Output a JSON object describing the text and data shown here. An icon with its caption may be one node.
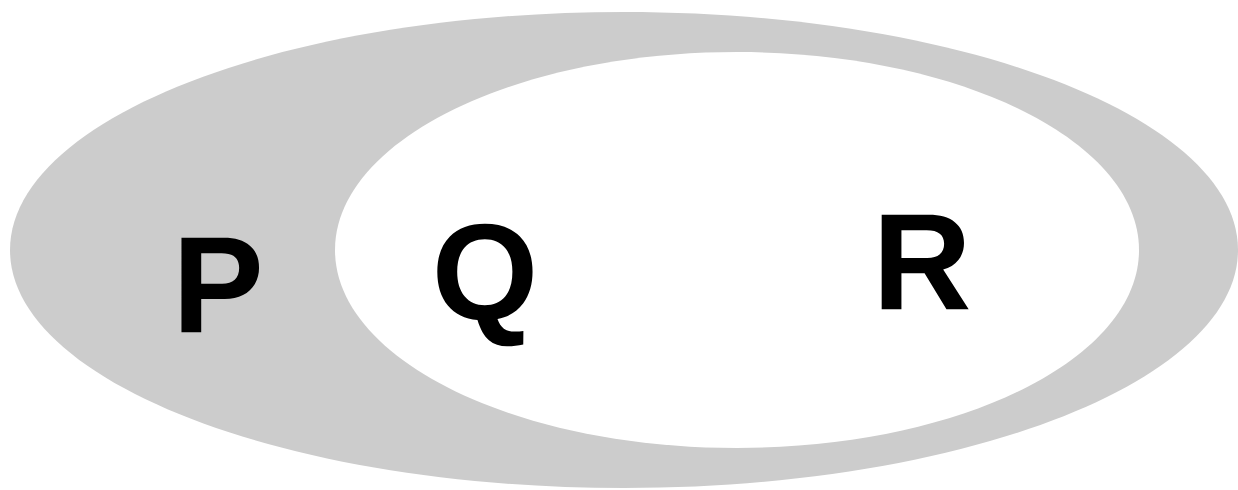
{
  "diagram": {
    "nodes": [
      {
        "text": [
          "P"
        ]
      },
      {
        "text": [
          "Q",
          "R"
        ],
        "in": 0
      }
    ]
  }
}
